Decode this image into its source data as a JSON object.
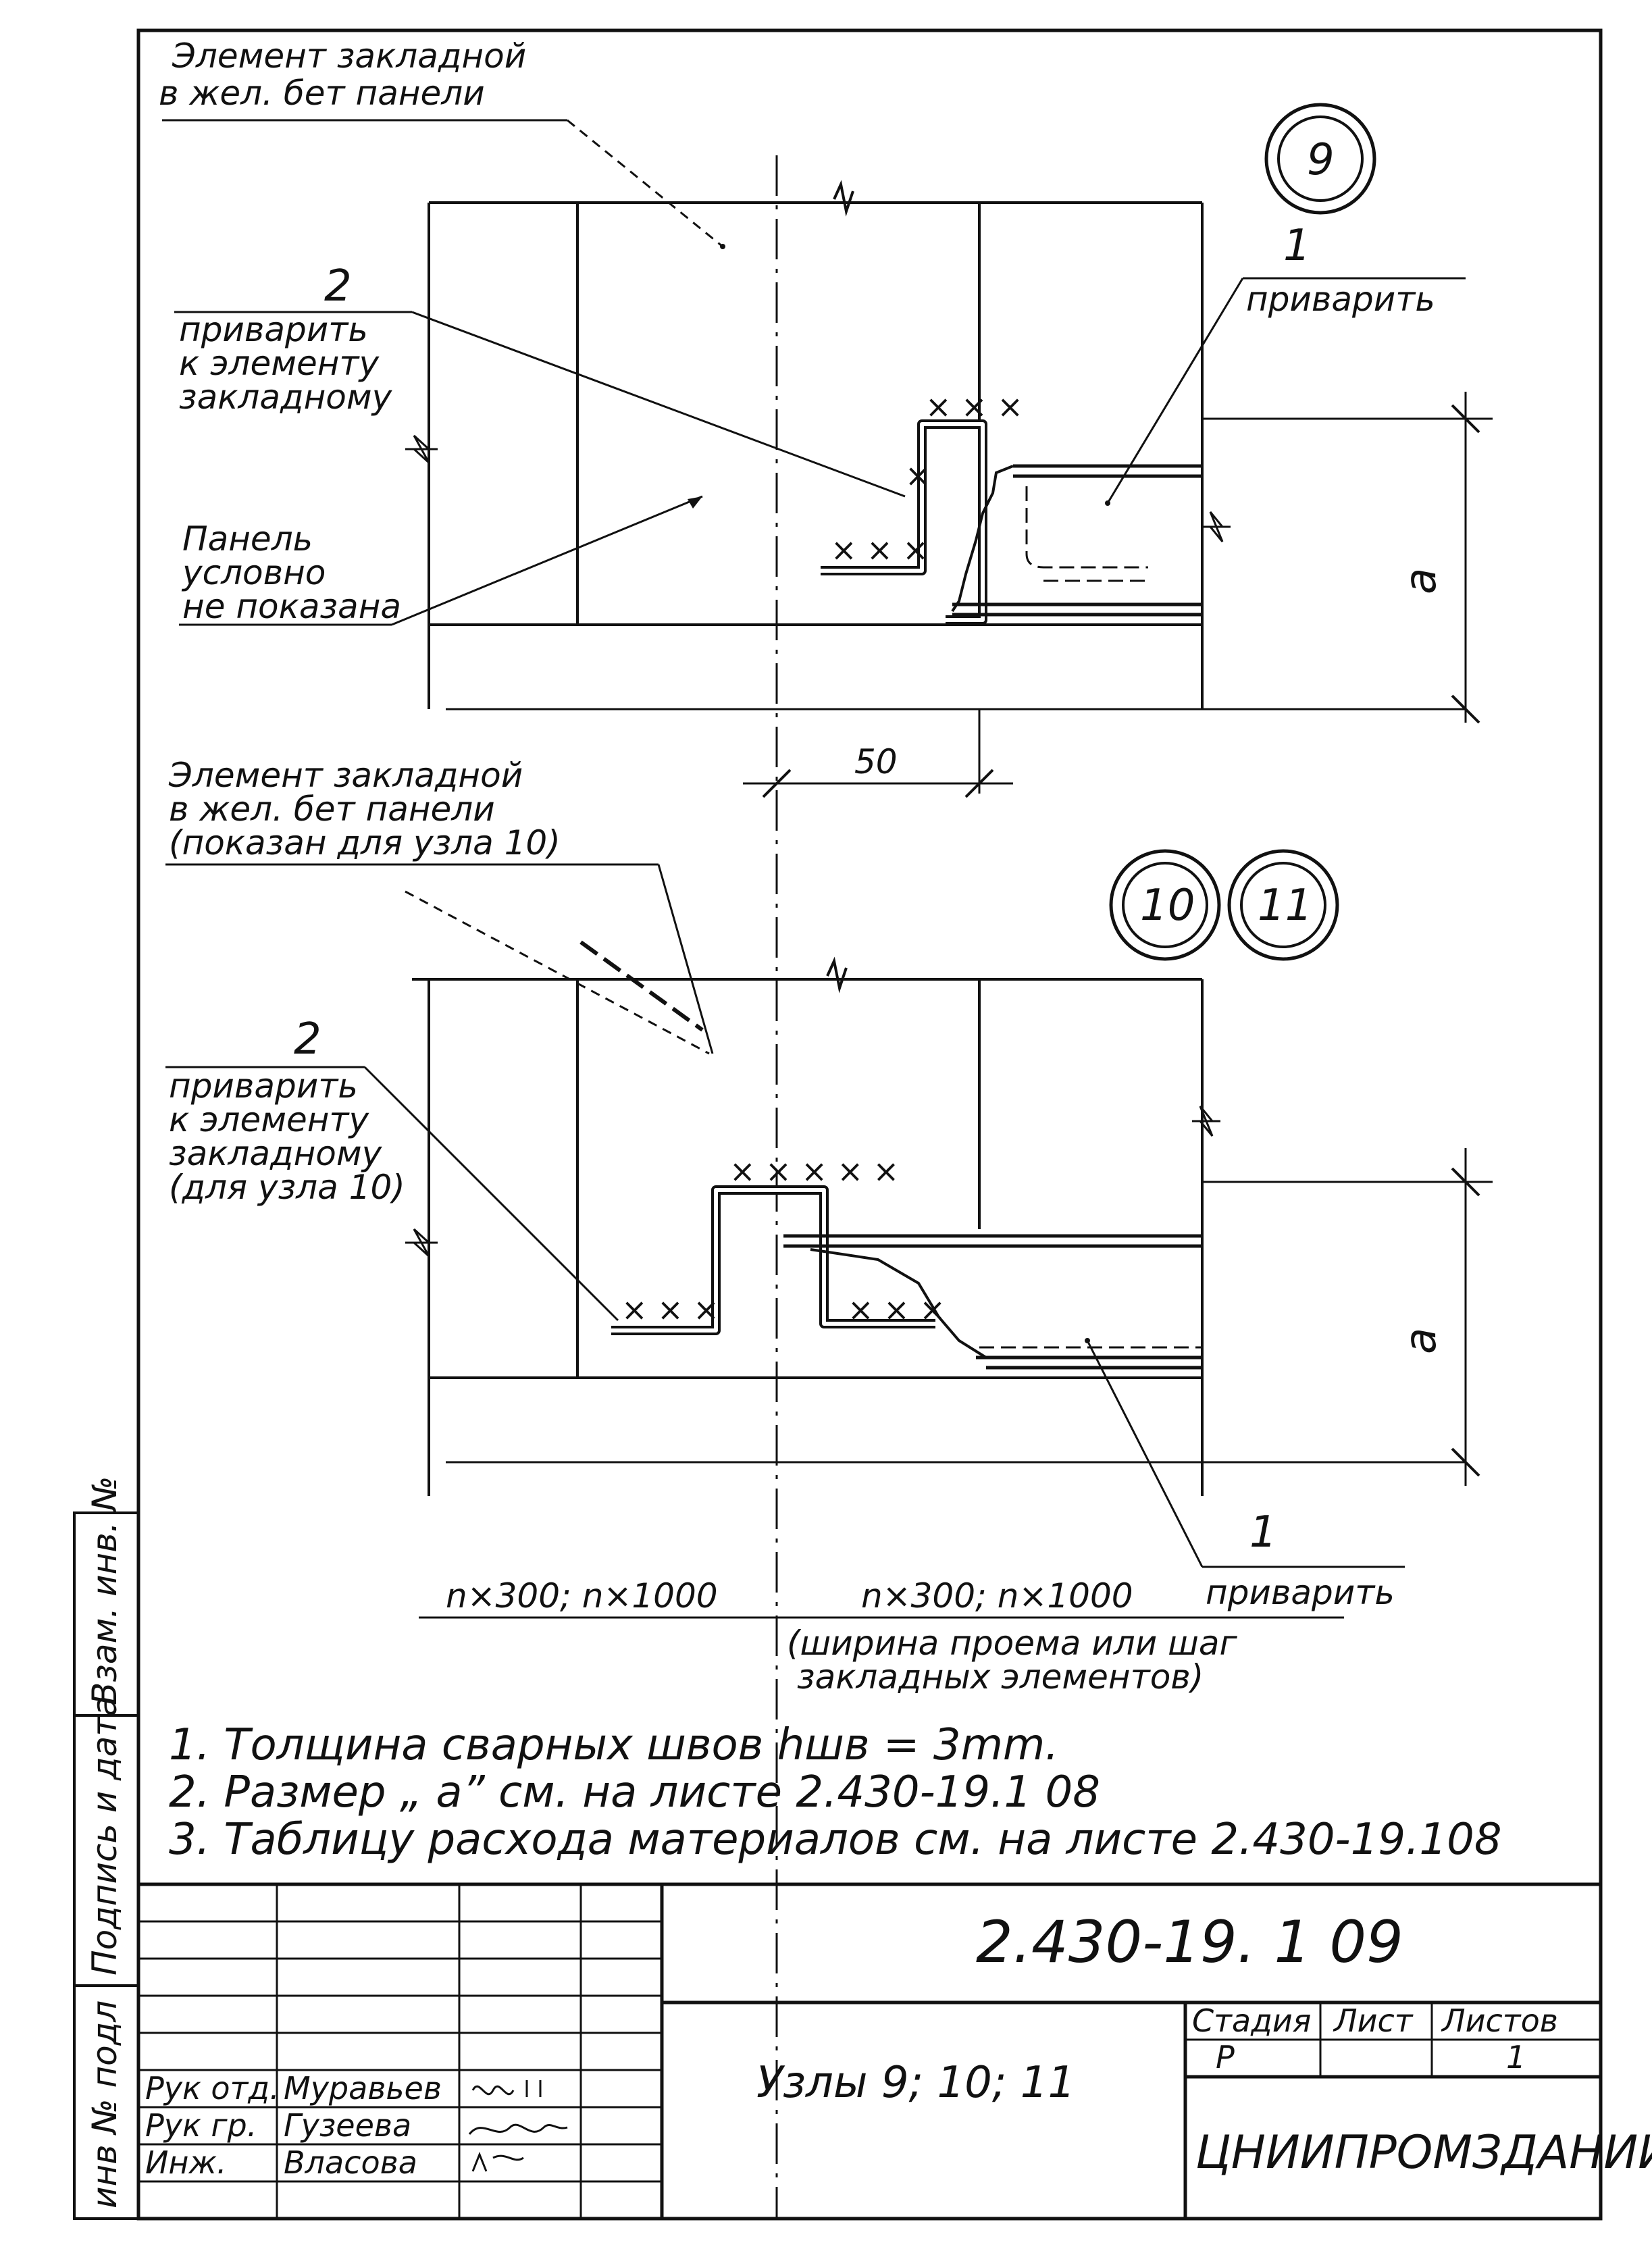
{
  "node_9": {
    "marker": "9",
    "callout_embedded_element": [
      "Элемент закладной",
      "в жел. бет панели"
    ],
    "callout_item_2_number": "2",
    "callout_item_2_text": [
      "приварить",
      "к элементу",
      "закладному"
    ],
    "callout_panel_note": [
      "Панель",
      "условно",
      "не показана"
    ],
    "callout_item_1_number": "1",
    "callout_item_1_text": "приварить",
    "dim_a": "а",
    "dim_50": "50"
  },
  "node_10_11": {
    "marker_10": "10",
    "marker_11": "11",
    "callout_embedded_element": [
      "Элемент закладной",
      "в жел. бет панели",
      "(показан для узла 10)"
    ],
    "callout_item_2_number": "2",
    "callout_item_2_text": [
      "приварить",
      "к элементу",
      "закладному",
      "(для узла 10)"
    ],
    "callout_item_1_number": "1",
    "callout_item_1_text": "приварить",
    "dim_a": "а"
  },
  "spacing": {
    "left": "n×300; n×1000",
    "right": "n×300; n×1000",
    "right_note": [
      "(ширина проема или шаг",
      "закладных элементов)"
    ]
  },
  "notes": [
    "1. Толщина сварных швов   hшв = 3mm.",
    "2. Размер „ а” см. на листе   2.430-19.1 08",
    "3. Таблицу расхода материалов см. на листе  2.430-19.108"
  ],
  "side_stamp": {
    "vzam": "Взам. инв. №",
    "podpis": "Подпись и дата",
    "inv": "инв № подл"
  },
  "title_block": {
    "doc_code": "2.430-19. 1 09",
    "title": "Узлы 9; 10; 11",
    "stage_header": "Стадия",
    "sheet_header": "Лист",
    "sheets_header": "Листов",
    "stage": "Р",
    "sheet": "",
    "sheets": "1",
    "org": "ЦНИИПРОМЗДАНИЙ",
    "people": [
      {
        "role": "Рук отд.",
        "name": "Муравьев"
      },
      {
        "role": "Рук гр.",
        "name": "Гузеева"
      },
      {
        "role": "Инж.",
        "name": "Власова"
      }
    ]
  },
  "colors": {
    "ink": "#111111",
    "paper": "#ffffff"
  }
}
